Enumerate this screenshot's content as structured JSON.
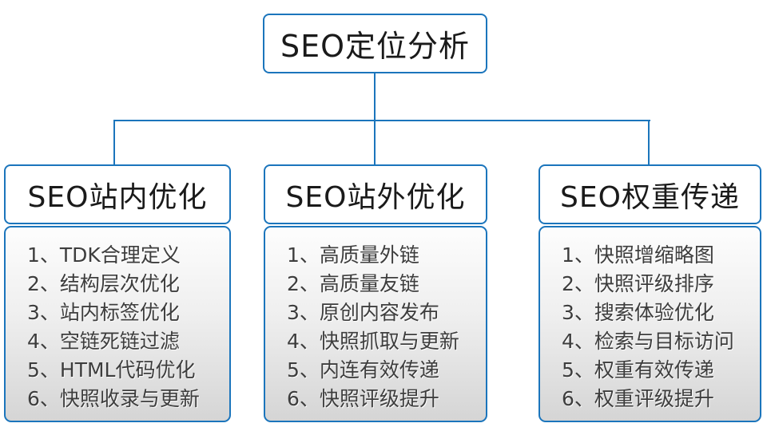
{
  "diagram": {
    "root": {
      "label": "SEO定位分析"
    },
    "branches": [
      {
        "title": "SEO站内优化",
        "items": [
          "1、TDK合理定义",
          "2、结构层次优化",
          "3、站内标签优化",
          "4、空链死链过滤",
          "5、HTML代码优化",
          "6、快照收录与更新"
        ]
      },
      {
        "title": "SEO站外优化",
        "items": [
          "1、高质量外链",
          "2、高质量友链",
          "3、原创内容发布",
          "4、快照抓取与更新",
          "5、内连有效传递",
          "6、快照评级提升"
        ]
      },
      {
        "title": "SEO权重传递",
        "items": [
          "1、快照增缩略图",
          "2、快照评级排序",
          "3、搜索体验优化",
          "4、检索与目标访问",
          "5、权重有效传递",
          "6、权重评级提升"
        ]
      }
    ],
    "colors": {
      "accent": "#1b75bc",
      "header_text": "#1a1a1a",
      "item_text": "#3d3d3d",
      "panel_top": "#fdfdfd",
      "panel_mid": "#efefef",
      "panel_bottom": "#d5d5d5"
    }
  }
}
